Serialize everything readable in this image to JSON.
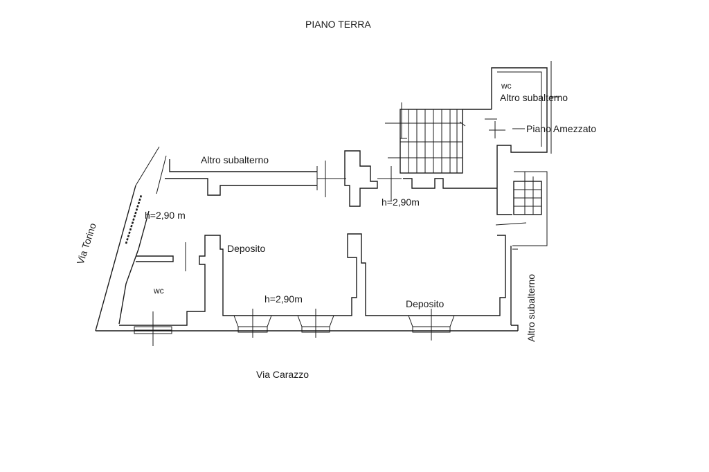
{
  "title": "PIANO TERRA",
  "labels": {
    "altro_subalterno_top": "Altro subalterno",
    "altro_subalterno_stair": "Altro subalterno",
    "altro_subalterno_side": "Altro subalterno",
    "piano_ammezzato": "Piano Amezzato",
    "wc_top": "wc",
    "wc_left": "wc",
    "deposito_left": "Deposito",
    "deposito_right": "Deposito",
    "height_left": "h=2,90 m",
    "height_center": "h=2,90m",
    "height_bottom": "h=2,90m"
  },
  "streets": {
    "via_torino": "Via Torino",
    "via_carazzo": "Via Carazzo"
  }
}
